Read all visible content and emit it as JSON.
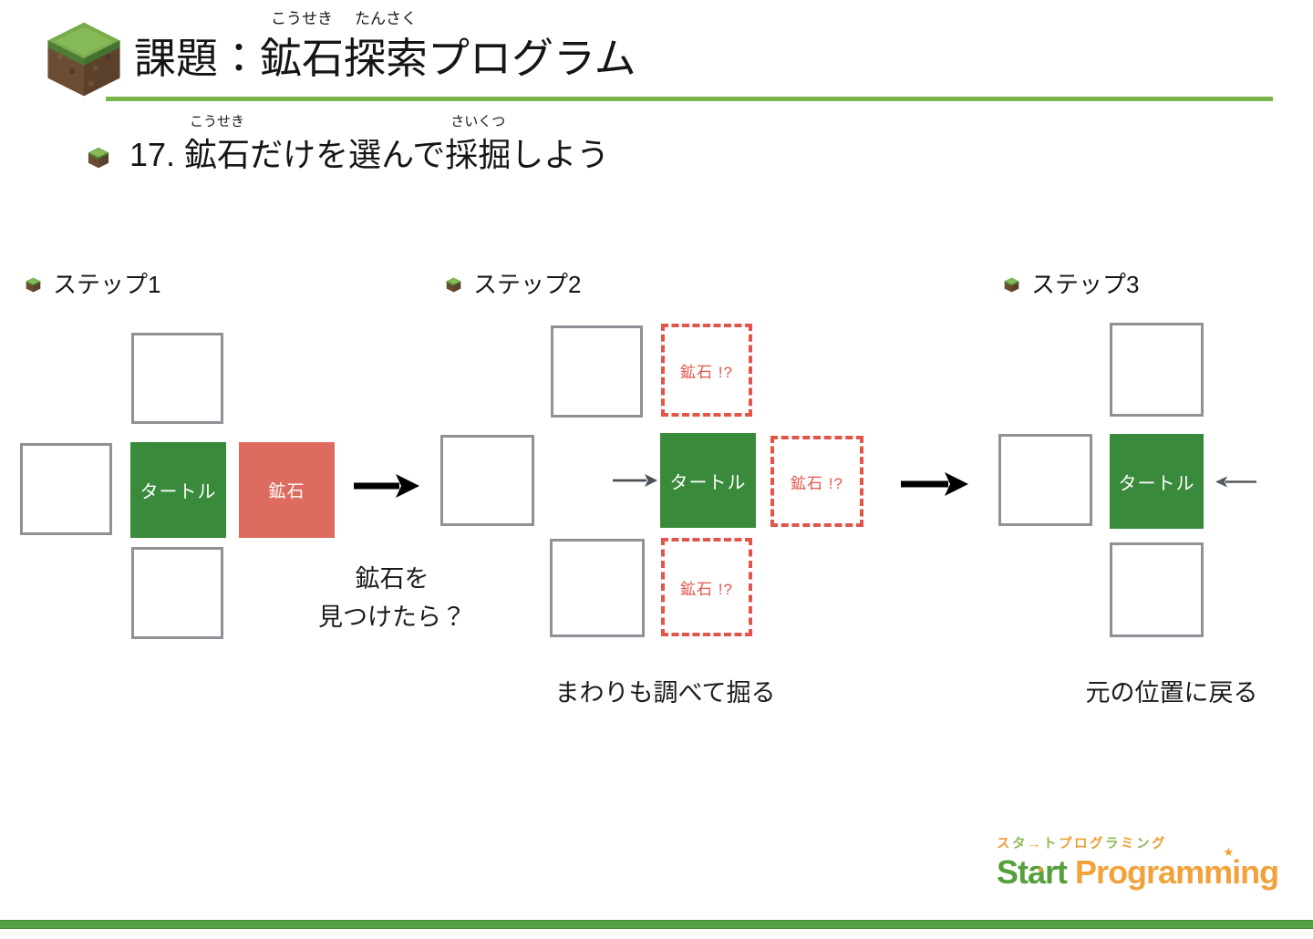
{
  "header": {
    "title_prefix": "課題：",
    "title_ore_base": "鉱石",
    "title_ore_furigana": "こうせき",
    "title_search_base": "探索",
    "title_search_furigana": "たんさく",
    "title_suffix": "プログラム"
  },
  "subtitle": {
    "prefix": "17. ",
    "ore_base": "鉱石",
    "ore_furigana": "こうせき",
    "middle": "だけを選んで",
    "mining_base": "採掘",
    "mining_furigana": "さいくつ",
    "suffix": "しよう"
  },
  "steps": {
    "step1": {
      "label": "ステップ1",
      "turtle_label": "タートル",
      "ore_label": "鉱石",
      "caption_line1": "鉱石を",
      "caption_line2": "見つけたら？"
    },
    "step2": {
      "label": "ステップ2",
      "turtle_label": "タートル",
      "probe_label": "鉱石 !?",
      "caption": "まわりも調べて掘る"
    },
    "step3": {
      "label": "ステップ3",
      "turtle_label": "タートル",
      "caption": "元の位置に戻る"
    }
  },
  "logo": {
    "katakana": {
      "p1": "ス",
      "p2": "タ",
      "p3": "→",
      "p4": "ト",
      "p5": "プログ",
      "p6": "ラ",
      "p7": "ミ",
      "p8": "ン",
      "p9": "グ"
    },
    "start": "Start",
    "programming": "Programming",
    "star": "★"
  },
  "icons": {
    "header_icon": "grass-block-cube",
    "step_bullet": "grass-block-cube",
    "step1_to_step2": "arrow-right-bold",
    "step2_to_step3": "arrow-right-bold",
    "step2_move": "arrow-right-thin",
    "step3_return": "arrow-left-thin"
  },
  "colors": {
    "turtle_green": "#3a8a3c",
    "ore_red": "#dd6b5f",
    "probe_dashed_red": "#e25549",
    "box_border_gray": "#8e9196",
    "title_underline_green": "#7ab44b",
    "footer_bar_green": "#55a043",
    "logo_green": "#56a03b",
    "logo_orange": "#f2a23c"
  }
}
